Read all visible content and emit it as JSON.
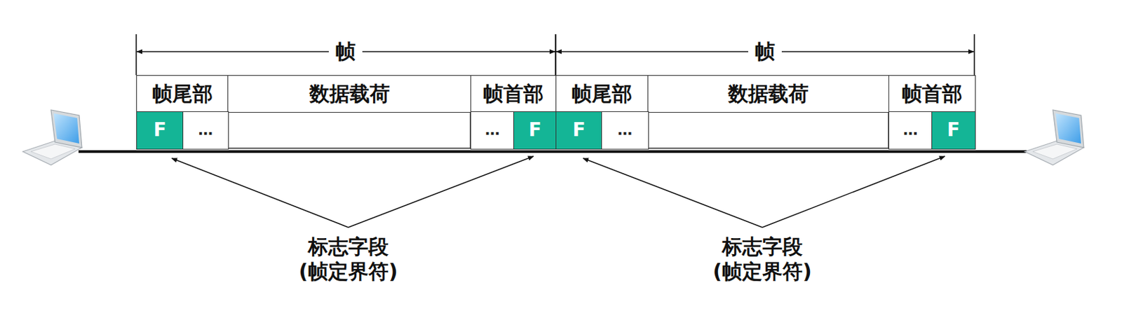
{
  "diagram": {
    "nodes": [
      {
        "text": [
          "帧尾部"
        ]
      },
      {
        "text": [
          "数据载荷"
        ]
      },
      {
        "text": [
          "帧首部"
        ]
      },
      {
        "text": [
          "帧尾部"
        ]
      },
      {
        "text": [
          "数据载荷"
        ]
      },
      {
        "text": [
          "帧首部"
        ]
      },
      {
        "text": [
          "F"
        ]
      },
      {
        "text": [
          "…"
        ]
      },
      {
        "text": [
          "…"
        ]
      },
      {
        "text": [
          "F"
        ]
      },
      {
        "text": [
          "F"
        ]
      },
      {
        "text": [
          "…"
        ]
      },
      {
        "text": [
          "…"
        ]
      },
      {
        "text": [
          "F"
        ]
      }
    ],
    "labels": [
      "帧",
      "帧",
      "标志字段",
      "(帧定界符)",
      "标志字段",
      "(帧定界符)"
    ]
  }
}
